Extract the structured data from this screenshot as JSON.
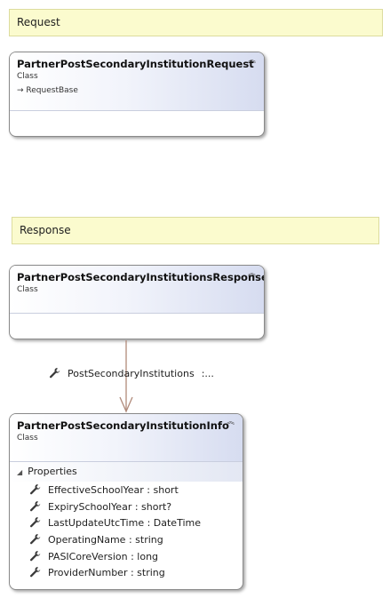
{
  "notes": {
    "request": "Request",
    "response": "Response"
  },
  "classes": {
    "request": {
      "name": "PartnerPostSecondaryInstitutionRequest",
      "kind": "Class",
      "base": "RequestBase"
    },
    "response": {
      "name": "PartnerPostSecondaryInstitutionsResponse",
      "kind": "Class"
    },
    "info": {
      "name": "PartnerPostSecondaryInstitutionInfo",
      "kind": "Class",
      "section": "Properties",
      "properties": [
        "EffectiveSchoolYear : short",
        "ExpirySchoolYear : short?",
        "LastUpdateUtcTime : DateTime",
        "OperatingName : string",
        "PASICoreVersion : long",
        "ProviderNumber : string"
      ]
    }
  },
  "association": {
    "label": "PostSecondaryInstitutions",
    "multiplicity": ":...",
    "color": "#b08a7a"
  },
  "icons": {
    "collapse": "double-chevron-up-icon",
    "inherit": "arrow-right-icon",
    "property": "wrench-icon",
    "section": "triangle-down-icon"
  }
}
